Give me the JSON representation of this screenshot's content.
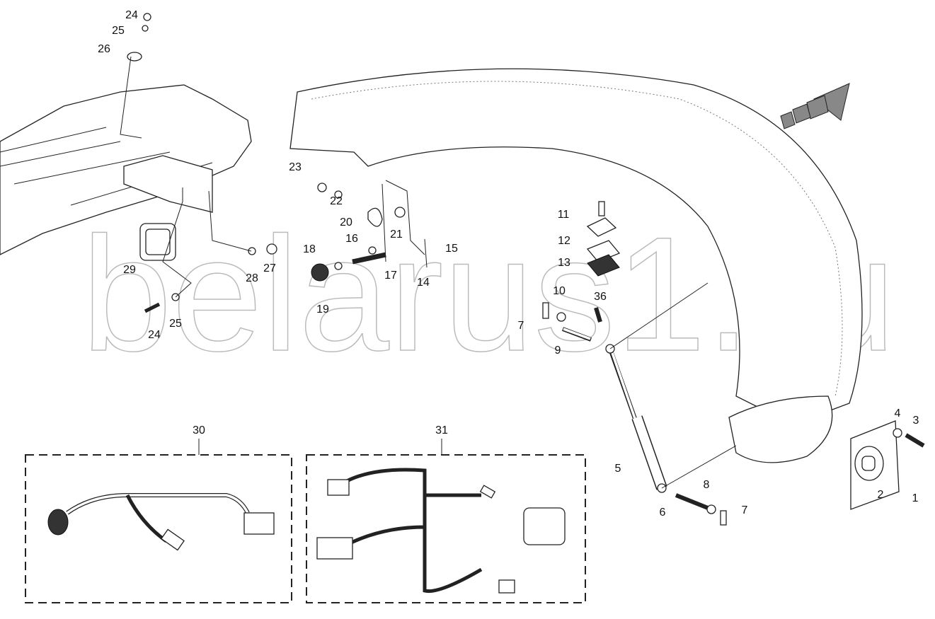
{
  "watermark": "belarus1.ru",
  "callouts": [
    "24",
    "25",
    "26",
    "29",
    "24",
    "25",
    "28",
    "27",
    "23",
    "22",
    "20",
    "21",
    "16",
    "15",
    "18",
    "17",
    "14",
    "19",
    "11",
    "12",
    "13",
    "36",
    "10",
    "7",
    "9",
    "5",
    "6",
    "8",
    "7",
    "4",
    "3",
    "2",
    "1",
    "30",
    "31"
  ],
  "kits": {
    "left": "30",
    "right": "31"
  },
  "colors": {
    "line": "#222222",
    "watermark": "#bbbbbb"
  }
}
